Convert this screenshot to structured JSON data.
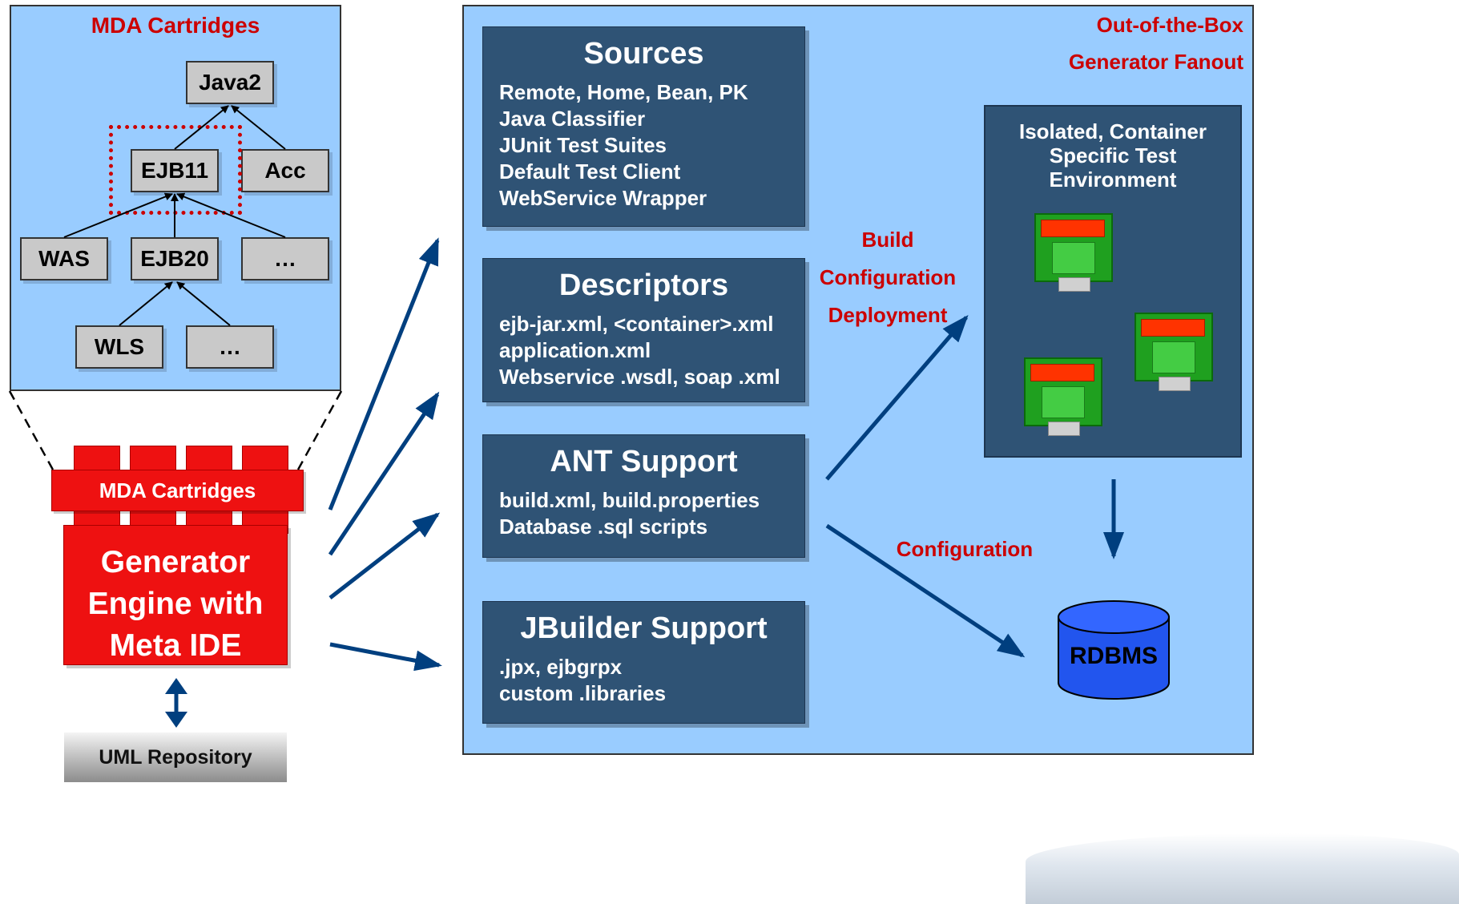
{
  "cartridge_panel": {
    "title": "MDA Cartridges",
    "boxes": {
      "java2": "Java2",
      "ejb11": "EJB11",
      "acc": "Acc",
      "was": "WAS",
      "ejb20": "EJB20",
      "ellipsis1": "…",
      "wls": "WLS",
      "ellipsis2": "…"
    }
  },
  "generator": {
    "cartridges_label": "MDA Cartridges",
    "engine_lines": [
      "Generator",
      "Engine with",
      "Meta IDE"
    ]
  },
  "uml_repository": "UML Repository",
  "main_panel": {
    "fanout_line1": "Out-of-the-Box",
    "fanout_line2": "Generator Fanout",
    "sources": {
      "title": "Sources",
      "lines": [
        "Remote, Home, Bean, PK",
        "Java Classifier",
        "JUnit Test Suites",
        "Default Test Client",
        "WebService Wrapper"
      ]
    },
    "descriptors": {
      "title": "Descriptors",
      "lines": [
        "ejb-jar.xml, <container>.xml",
        "application.xml",
        "Webservice .wsdl, soap .xml"
      ]
    },
    "ant": {
      "title": "ANT Support",
      "lines": [
        "build.xml, build.properties",
        "Database .sql scripts"
      ]
    },
    "jbuilder": {
      "title": "JBuilder Support",
      "lines": [
        ".jpx, ejbgrpx",
        "custom .libraries"
      ]
    },
    "build_labels": [
      "Build",
      "Configuration",
      "Deployment"
    ],
    "configuration_label": "Configuration",
    "test_env": {
      "lines": [
        "Isolated, Container",
        "Specific Test",
        "Environment"
      ]
    },
    "rdbms": "RDBMS"
  },
  "colors": {
    "panel_blue": "#99ccff",
    "dark_box": "#2f5375",
    "label_red": "#cc0000",
    "arrow_blue": "#003f7f",
    "engine_red": "#ee1111"
  }
}
